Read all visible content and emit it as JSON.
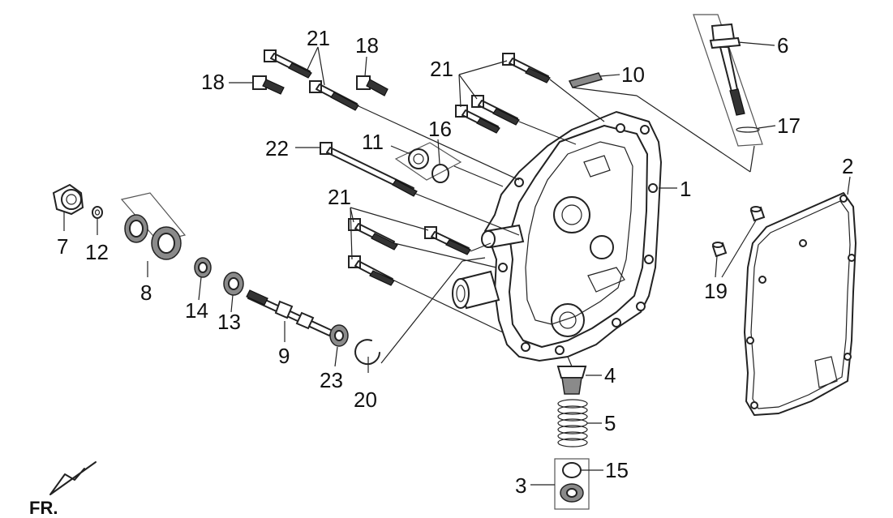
{
  "callouts": [
    {
      "id": "c1",
      "text": "1"
    },
    {
      "id": "c2",
      "text": "2"
    },
    {
      "id": "c3",
      "text": "3"
    },
    {
      "id": "c4",
      "text": "4"
    },
    {
      "id": "c5",
      "text": "5"
    },
    {
      "id": "c6",
      "text": "6"
    },
    {
      "id": "c7",
      "text": "7"
    },
    {
      "id": "c8",
      "text": "8"
    },
    {
      "id": "c9",
      "text": "9"
    },
    {
      "id": "c10",
      "text": "10"
    },
    {
      "id": "c11",
      "text": "11"
    },
    {
      "id": "c12",
      "text": "12"
    },
    {
      "id": "c13",
      "text": "13"
    },
    {
      "id": "c14",
      "text": "14"
    },
    {
      "id": "c15",
      "text": "15"
    },
    {
      "id": "c16",
      "text": "16"
    },
    {
      "id": "c17",
      "text": "17"
    },
    {
      "id": "c18a",
      "text": "18"
    },
    {
      "id": "c18b",
      "text": "18"
    },
    {
      "id": "c19",
      "text": "19"
    },
    {
      "id": "c20",
      "text": "20"
    },
    {
      "id": "c21a",
      "text": "21"
    },
    {
      "id": "c21b",
      "text": "21"
    },
    {
      "id": "c21c",
      "text": "21"
    },
    {
      "id": "c22",
      "text": "22"
    },
    {
      "id": "c23",
      "text": "23"
    }
  ],
  "front_marker": "FR."
}
